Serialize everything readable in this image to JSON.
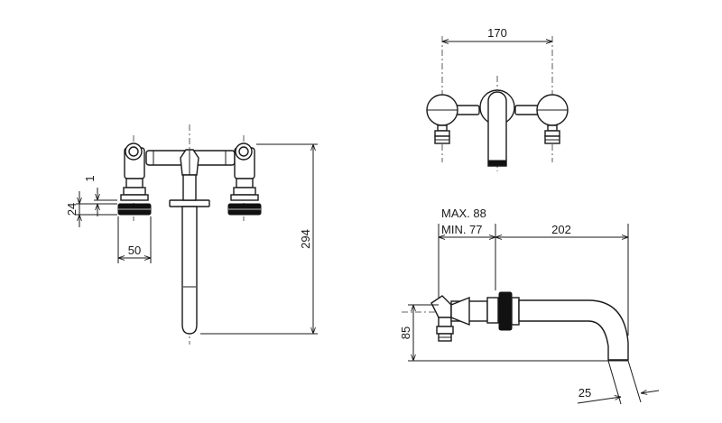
{
  "colors": {
    "line": "#1a1a1a",
    "background": "#ffffff",
    "ring": "#111111"
  },
  "front_view": {
    "dims": {
      "height_total": "294",
      "handle_offset": "50",
      "ring_height": "24",
      "gap": "1"
    }
  },
  "top_view": {
    "dims": {
      "handle_spacing": "170"
    }
  },
  "side_view": {
    "dims": {
      "max_depth": "MAX. 88",
      "min_depth": "MIN. 77",
      "spout_length": "202",
      "height": "85",
      "spout_diameter": "25"
    }
  }
}
